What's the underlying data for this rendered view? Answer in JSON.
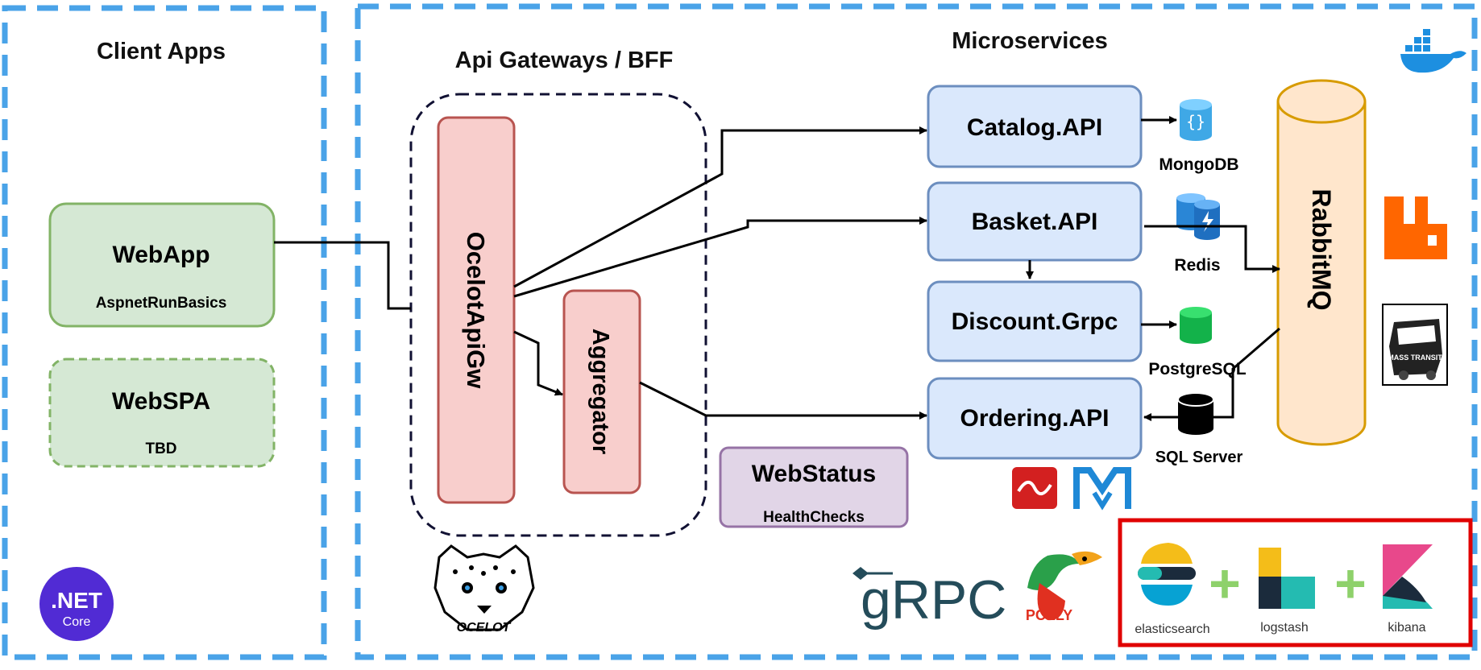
{
  "sections": {
    "client_title": "Client Apps",
    "gateway_title": "Api Gateways / BFF",
    "micro_title": "Microservices"
  },
  "clients": {
    "webapp": {
      "title": "WebApp",
      "subtitle": "AspnetRunBasics"
    },
    "webspa": {
      "title": "WebSPA",
      "subtitle": "TBD"
    }
  },
  "gateway": {
    "ocelot": "OcelotApiGw",
    "aggregator": "Aggregator",
    "ocelot_logo_text": "OCELOT"
  },
  "services": {
    "catalog": "Catalog.API",
    "basket": "Basket.API",
    "discount": "Discount.Grpc",
    "ordering": "Ordering.API"
  },
  "databases": {
    "mongodb": "MongoDB",
    "redis": "Redis",
    "postgres": "PostgreSQL",
    "sqlserver": "SQL Server"
  },
  "broker": {
    "rabbitmq": "RabbitMQ",
    "masstransit_text": "MASS TRANSIT"
  },
  "webstatus": {
    "title": "WebStatus",
    "subtitle": "HealthChecks"
  },
  "logos": {
    "dotnet_main": ".NET",
    "dotnet_sub": "Core",
    "grpc": "gRPC",
    "polly": "POLLY"
  },
  "elk": {
    "elasticsearch": "elasticsearch",
    "logstash": "logstash",
    "kibana": "kibana",
    "plus": "+"
  },
  "colors": {
    "dash_blue": "#4aa3e8",
    "green_fill": "#d5e8d4",
    "green_border": "#82b366",
    "red_fill": "#f8cecc",
    "red_border": "#b85450",
    "blue_fill": "#dae8fc",
    "blue_border": "#6c8ebf",
    "purple_fill": "#e1d5e7",
    "purple_border": "#9673a6",
    "rabbit_fill": "#ffe6cc",
    "rabbit_border": "#d79b00",
    "elk_border": "#e00000",
    "dotnet_purple": "#512bd4",
    "grpc_teal": "#244c5a"
  }
}
